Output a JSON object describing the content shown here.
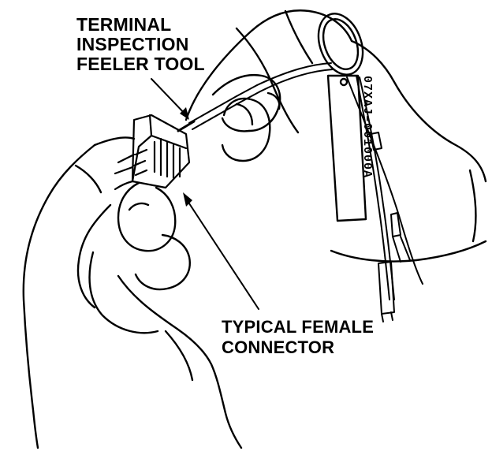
{
  "labels": {
    "tool": [
      "TERMINAL",
      "INSPECTION",
      "FEELER TOOL"
    ],
    "connector": [
      "TYPICAL FEMALE",
      "CONNECTOR"
    ]
  },
  "tag_text": "07XAJ–001000A",
  "colors": {
    "ink": "#000000",
    "paper": "#ffffff"
  }
}
